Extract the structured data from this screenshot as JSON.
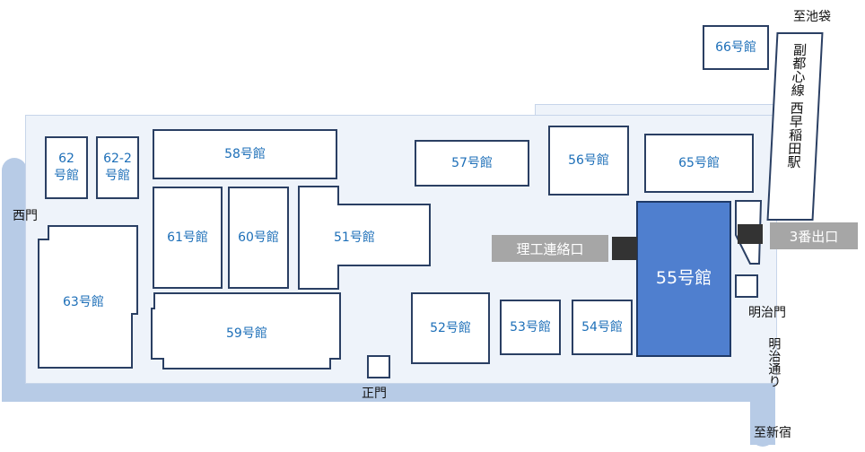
{
  "directions": {
    "north": "至池袋",
    "south": "至新宿"
  },
  "gates": {
    "west": "西門",
    "main": "正門",
    "meiji": "明治門"
  },
  "roads": {
    "meiji_dori": "明治通り"
  },
  "station": {
    "name": "副都心線 西早稲田駅",
    "exit": "3番出口"
  },
  "connector_label": "理工連絡口",
  "buildings": {
    "b62": "62\n号館",
    "b62_2": "62-2\n号館",
    "b58": "58号館",
    "b61": "61号館",
    "b60": "60号館",
    "b51": "51号館",
    "b57": "57号館",
    "b56": "56号館",
    "b65": "65号館",
    "b66": "66号館",
    "b63": "63号館",
    "b59": "59号館",
    "b52": "52号館",
    "b53": "53号館",
    "b54": "54号館",
    "b55": "55号館"
  },
  "colors": {
    "highlight_building": "#4f7fcf",
    "building_text": "#1d6fb8",
    "road": "#b7cbe6",
    "campus": "#eef3fa"
  }
}
